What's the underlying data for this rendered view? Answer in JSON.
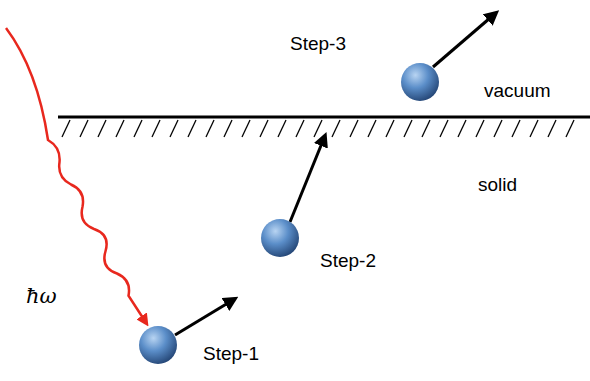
{
  "diagram": {
    "labels": [
      "Step-3",
      "vacuum",
      "solid",
      "Step-2",
      "ħω",
      "Step-1"
    ]
  }
}
